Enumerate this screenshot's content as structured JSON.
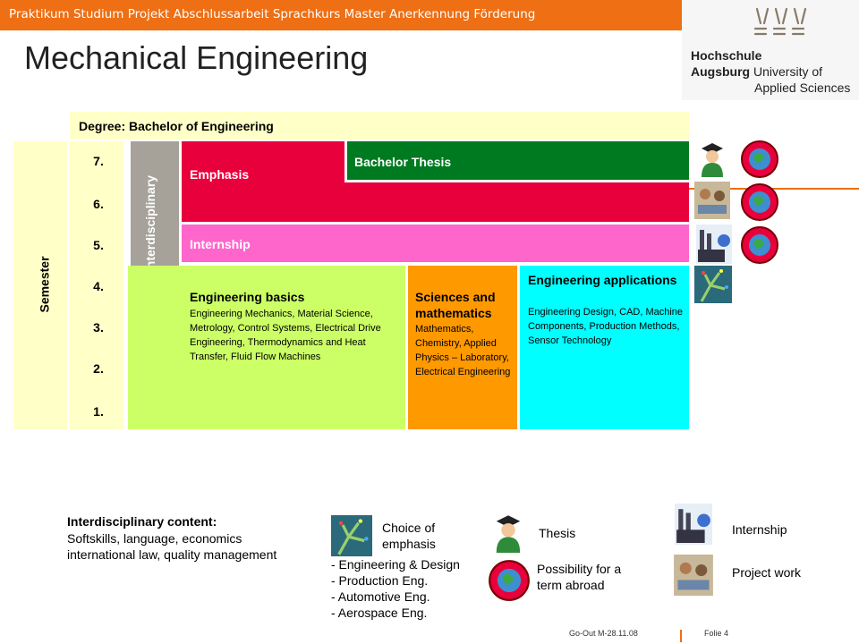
{
  "header": {
    "nav_text": "Praktikum Studium Projekt Abschlussarbeit Sprachkurs Master Anerkennung Förderung",
    "title": "Mechanical Engineering"
  },
  "logo": {
    "line1": "Hochschule",
    "line2_bold": "Augsburg",
    "line2_rest": " University of",
    "line3": "Applied Sciences"
  },
  "diagram": {
    "degree": "Degree: Bachelor of Engineering",
    "semester_label": "Semester",
    "semesters": [
      "7.",
      "6.",
      "5.",
      "4.",
      "3.",
      "2.",
      "1."
    ],
    "interdisciplinary_label": "Interdisciplinary",
    "emphasis_label": "Emphasis",
    "thesis_label": "Bachelor Thesis",
    "internship_label": "Internship",
    "basics": {
      "title": "Engineering basics",
      "text": "Engineering Mechanics, Material Science, Metrology, Control Systems, Electrical Drive Engineering, Thermodynamics and Heat Transfer, Fluid Flow Machines"
    },
    "sciences": {
      "title": "Sciences and mathematics",
      "text": "Mathematics, Chemistry, Applied Physics – Laboratory, Electrical Engineering"
    },
    "applications": {
      "title": "Engineering applications",
      "text": "Engineering Design, CAD, Machine Components, Production Methods, Sensor Technology"
    }
  },
  "legend": {
    "interdisciplinary_title": "Interdisciplinary content:",
    "interdisciplinary_text": "Softskills, language, economics international law, quality management",
    "choice_label": "Choice of emphasis",
    "choices": [
      "- Engineering & Design",
      "- Production Eng.",
      "- Automotive Eng.",
      "- Aerospace Eng."
    ],
    "thesis": "Thesis",
    "abroad": "Possibility for a term abroad",
    "internship": "Internship",
    "project": "Project work"
  },
  "footer": {
    "code": "Go-Out M-28.11.08",
    "slide": "Folie 4"
  },
  "colors": {
    "orange": "#ee6f14",
    "emphasis": "#e8003d",
    "thesis": "#007a20",
    "internship": "#ff66cc",
    "basics": "#ccff66",
    "sciences": "#ff9900",
    "applications": "#00ffff",
    "interdisciplinary": "#a6a29a",
    "degree": "#ffffc8"
  },
  "icons": [
    "graduate-icon",
    "globe-icon",
    "project-work-icon",
    "factory-icon",
    "emphasis-tree-icon"
  ]
}
